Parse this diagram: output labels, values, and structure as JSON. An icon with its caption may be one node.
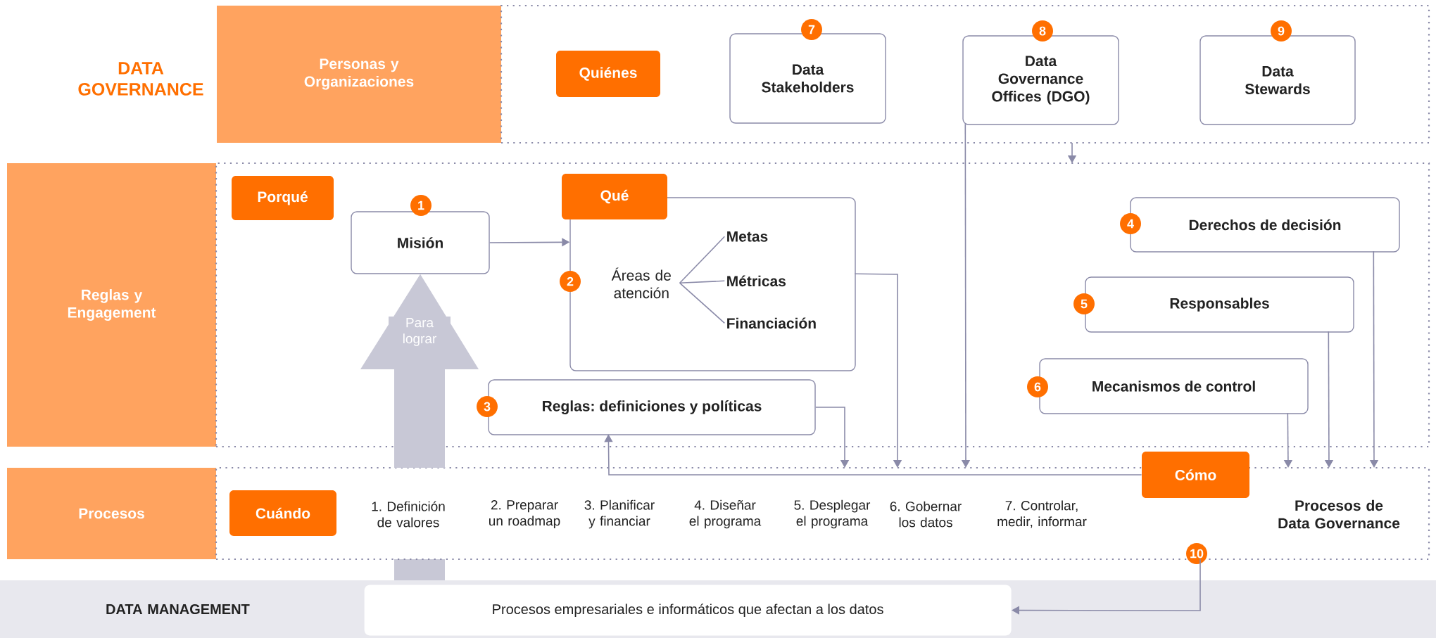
{
  "diagram": {
    "nodes": [
      {
        "text": [],
        "shape": "box"
      },
      {
        "text": [
          "Personas y Organizaciones"
        ]
      },
      {
        "text": [
          "Quiénes"
        ],
        "in": 0
      },
      {
        "text": [
          "Data Stakeholders"
        ],
        "beside": [
          "7"
        ],
        "in": 0
      },
      {
        "text": [
          "Data Governance Offices (DGO)"
        ],
        "beside": [
          "8"
        ],
        "in": 0
      },
      {
        "text": [
          "Data Stewards"
        ],
        "beside": [
          "9"
        ],
        "in": 0
      },
      {
        "text": [],
        "shape": "box"
      },
      {
        "text": [
          "Reglas y Engagement"
        ]
      },
      {
        "text": [
          "Porqué"
        ],
        "in": 6
      },
      {
        "text": [
          "Misión"
        ],
        "beside": [
          "1"
        ],
        "in": 6
      },
      {
        "text": [],
        "shape": "box",
        "beside": [
          "2"
        ],
        "in": 6
      },
      {
        "text": [
          "Qué"
        ],
        "in": 6
      },
      {
        "text": [
          "Áreas de atención"
        ],
        "in": 10
      },
      {
        "text": [
          "Metas"
        ],
        "in": 10
      },
      {
        "text": [
          "Métricas"
        ],
        "in": 10
      },
      {
        "text": [
          "Financiación"
        ],
        "in": 10
      },
      {
        "text": [
          "Reglas: definiciones y políticas"
        ],
        "beside": [
          "3"
        ],
        "in": 6
      },
      {
        "text": [
          "Derechos de decisión"
        ],
        "beside": [
          "4"
        ],
        "in": 6
      },
      {
        "text": [
          "Responsables"
        ],
        "beside": [
          "5"
        ],
        "in": 6
      },
      {
        "text": [
          "Mecanismos de control"
        ],
        "beside": [
          "6"
        ],
        "in": 6
      },
      {
        "text": [],
        "shape": "box"
      },
      {
        "text": [
          "Procesos"
        ]
      },
      {
        "text": [
          "Cuándo"
        ],
        "in": 20
      },
      {
        "text": [
          "1. Definición de valores"
        ],
        "in": 20
      },
      {
        "text": [
          "2. Preparar un roadmap"
        ],
        "in": 20
      },
      {
        "text": [
          "3. Planificar y financiar"
        ],
        "in": 20
      },
      {
        "text": [
          "4. Diseñar el programa"
        ],
        "in": 20
      },
      {
        "text": [
          "5. Desplegar el programa"
        ],
        "in": 20
      },
      {
        "text": [
          "6. Gobernar los datos"
        ],
        "in": 20
      },
      {
        "text": [
          "7. Controlar, medir, informar"
        ],
        "in": 20
      },
      {
        "text": [
          "Cómo"
        ],
        "beside": [
          "10"
        ]
      },
      {
        "text": [
          "Procesos de Data Governance"
        ],
        "in": 20
      },
      {
        "text": [
          "DATA MANAGEMENT"
        ]
      },
      {
        "text": [
          "Procesos empresariales e informáticos que afectan a los datos"
        ],
        "in": 32
      }
    ],
    "edges": [
      {
        "from": 9,
        "to": 10,
        "arrow": "to"
      },
      {
        "from": 12,
        "to": 13,
        "arrow": "none"
      },
      {
        "from": 12,
        "to": 14,
        "arrow": "none"
      },
      {
        "from": 12,
        "to": 15,
        "arrow": "none"
      },
      {
        "from": 10,
        "to": 20,
        "arrow": "to"
      },
      {
        "from": 16,
        "to": 20,
        "arrow": "to"
      },
      {
        "from": 4,
        "to": 20,
        "arrow": "to"
      },
      {
        "from": 0,
        "to": 6,
        "arrow": "to"
      },
      {
        "from": 19,
        "to": 20,
        "arrow": "to"
      },
      {
        "from": 18,
        "to": 20,
        "arrow": "to"
      },
      {
        "from": 17,
        "to": 20,
        "arrow": "to"
      },
      {
        "from": 30,
        "to": 16,
        "arrow": "to"
      },
      {
        "from": 20,
        "to": 33,
        "arrow": "to"
      },
      {
        "from": 20,
        "to": 9,
        "arrow": "to",
        "label": "Para lograr",
        "style": "thick",
        "color": "#c8c8d6"
      }
    ],
    "title": "DATA GOVERNANCE"
  }
}
